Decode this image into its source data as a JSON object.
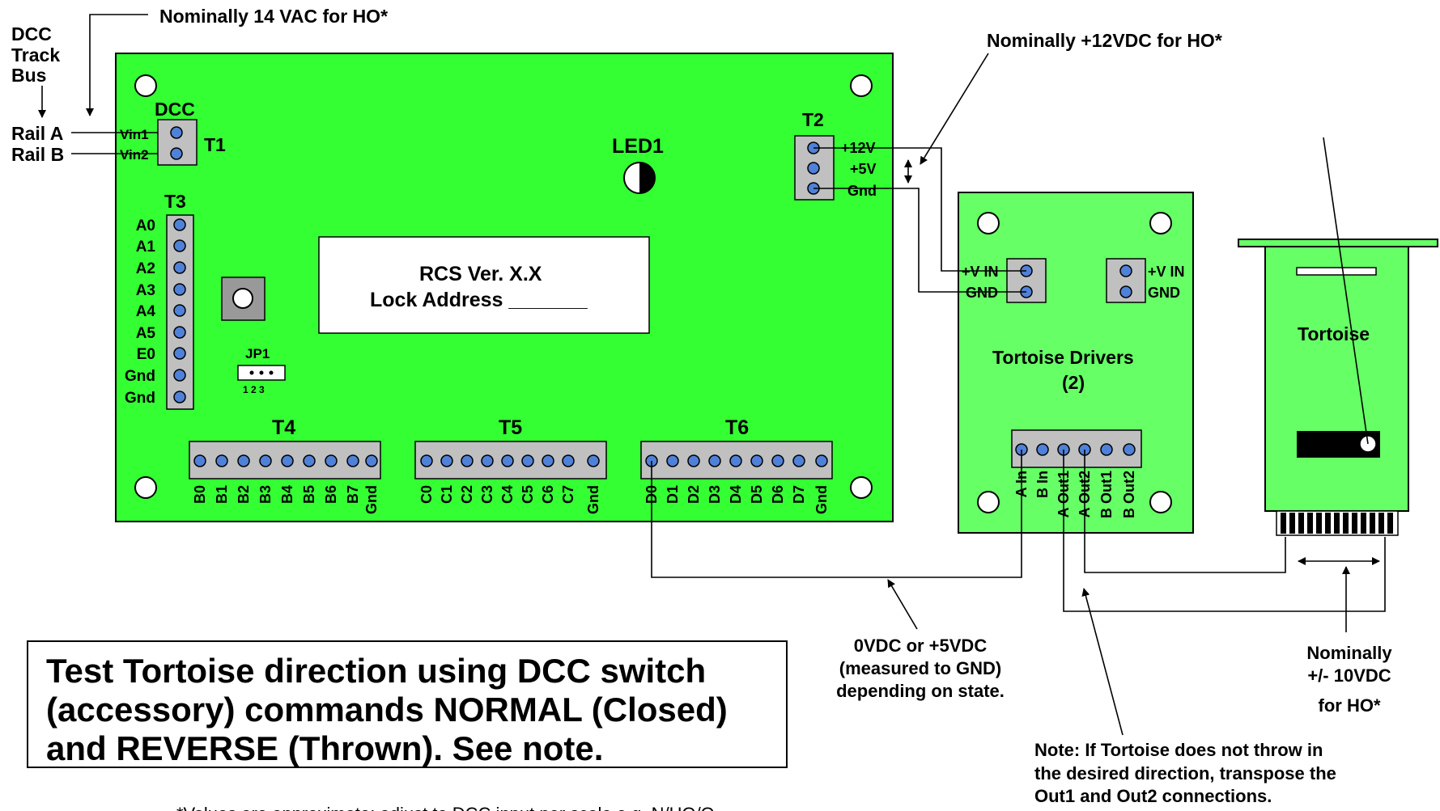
{
  "labels": {
    "dcc_bus": [
      "DCC",
      "Track",
      "Bus"
    ],
    "vac": "Nominally 14 VAC for HO*",
    "v12": "Nominally +12VDC for HO*",
    "rail_a": "Rail A",
    "rail_b": "Rail B",
    "dcc": "DCC",
    "t1": "T1",
    "vin1": "Vin1",
    "vin2": "Vin2",
    "led1": "LED1",
    "t2": "T2",
    "t2_pins": [
      "+12V",
      "+5V",
      "Gnd"
    ],
    "t3": "T3",
    "t3_pins": [
      "A0",
      "A1",
      "A2",
      "A3",
      "A4",
      "A5",
      "E0",
      "Gnd",
      "Gnd"
    ],
    "rcs": "RCS Ver. X.X",
    "lock": "Lock Address _______",
    "jp1": "JP1",
    "jp1_pins": "1 2 3",
    "t4": "T4",
    "t4_pins": [
      "B0",
      "B1",
      "B2",
      "B3",
      "B4",
      "B5",
      "B6",
      "B7",
      "Gnd"
    ],
    "t5": "T5",
    "t5_pins": [
      "C0",
      "C1",
      "C2",
      "C3",
      "C4",
      "C5",
      "C6",
      "C7",
      "Gnd"
    ],
    "t6": "T6",
    "t6_pins": [
      "D0",
      "D1",
      "D2",
      "D3",
      "D4",
      "D5",
      "D6",
      "D7",
      "Gnd"
    ],
    "drv_title": [
      "Tortoise Drivers",
      "(2)"
    ],
    "drv_left": [
      "+V IN",
      "GND"
    ],
    "drv_right": [
      "+V IN",
      "GND"
    ],
    "drv_pins": [
      "A In",
      "B In",
      "A Out1",
      "A Out2",
      "B Out1",
      "B Out2"
    ],
    "tortoise": "Tortoise",
    "state_note": [
      "0VDC or +5VDC",
      "(measured to GND)",
      "depending on state."
    ],
    "vdc10": [
      "Nominally",
      "+/- 10VDC",
      "for HO*"
    ],
    "transpose": [
      "Note: If Tortoise does not throw in",
      "the desired direction, transpose the",
      "Out1 and Out2 connections."
    ],
    "test": "Test Tortoise direction using DCC switch (accessory) commands NORMAL (Closed) and REVERSE (Thrown). See note.",
    "footnote": "*Values are approximate; adjust to DCC input per scale e.g. N/HO/O"
  }
}
